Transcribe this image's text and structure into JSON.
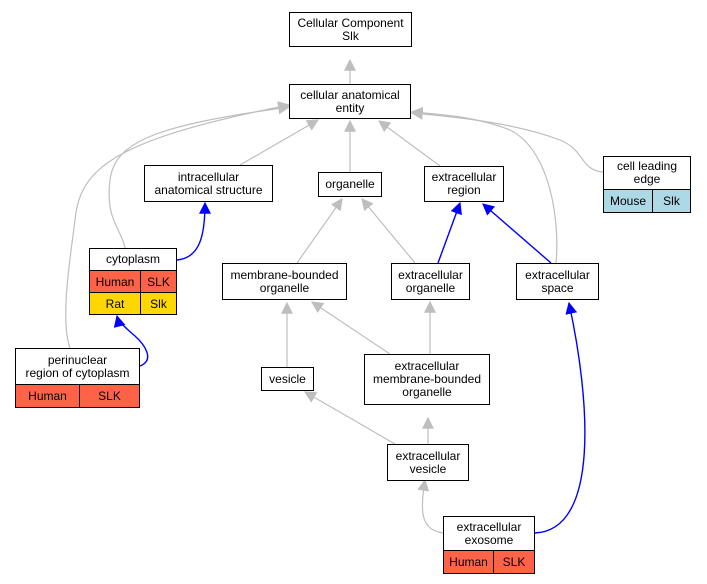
{
  "nodes": {
    "root": {
      "label": "Cellular Component\nSlk"
    },
    "cae": {
      "label": "cellular anatomical\nentity"
    },
    "ias": {
      "label": "intracellular\nanatomical structure"
    },
    "organelle": {
      "label": "organelle"
    },
    "ecregion": {
      "label": "extracellular\nregion"
    },
    "cle": {
      "label": "cell leading\nedge",
      "rows": [
        [
          "Mouse",
          "Slk"
        ]
      ]
    },
    "cytoplasm": {
      "label": "cytoplasm",
      "rows": [
        [
          "Human",
          "SLK"
        ],
        [
          "Rat",
          "Slk"
        ]
      ]
    },
    "mbo": {
      "label": "membrane-bounded\norganelle"
    },
    "eco": {
      "label": "extracellular\norganelle"
    },
    "ecspace": {
      "label": "extracellular\nspace"
    },
    "prc": {
      "label": "perinuclear\nregion of cytoplasm",
      "rows": [
        [
          "Human",
          "SLK"
        ]
      ]
    },
    "vesicle": {
      "label": "vesicle"
    },
    "ecmbo": {
      "label": "extracellular\nmembrane-bounded\norganelle"
    },
    "ecvesicle": {
      "label": "extracellular\nvesicle"
    },
    "exosome": {
      "label": "extracellular\nexosome",
      "rows": [
        [
          "Human",
          "SLK"
        ]
      ]
    }
  },
  "colors": {
    "human": "#ff6347",
    "mouse": "#add8e6",
    "rat": "#ffd700",
    "is_a_edge": "#b8b8b8",
    "part_of_edge": "#0000ff",
    "border": "#000000"
  }
}
